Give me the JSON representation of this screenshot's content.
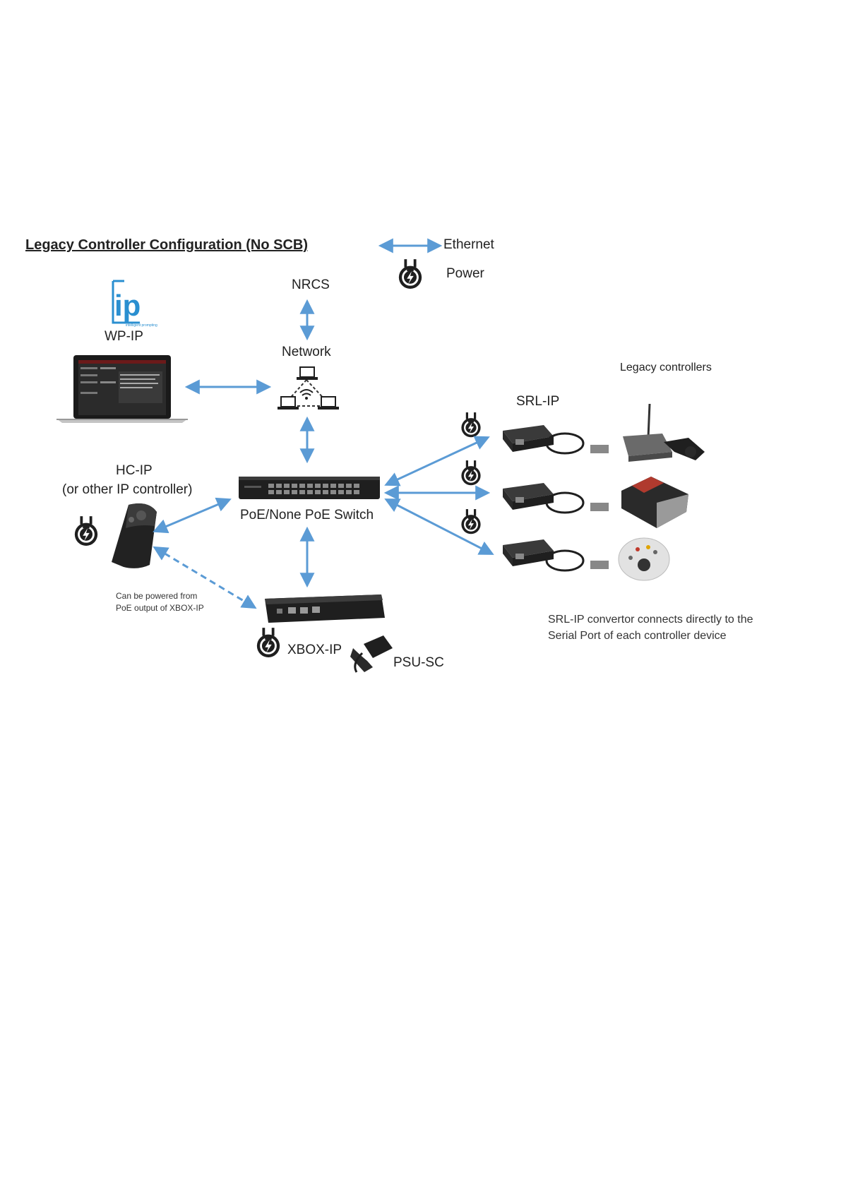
{
  "title": "Legacy Controller Configuration (No SCB)",
  "legend": {
    "ethernet": "Ethernet",
    "power": "Power"
  },
  "logo": {
    "text": "ip",
    "subtext": "intelligent prompting"
  },
  "nodes": {
    "wp_ip": "WP-IP",
    "nrcs": "NRCS",
    "network": "Network",
    "legacy_controllers": "Legacy controllers",
    "srl_ip": "SRL-IP",
    "hc_ip_line1": "HC-IP",
    "hc_ip_line2": "(or other IP controller)",
    "switch": "PoE/None PoE Switch",
    "xbox_ip": "XBOX-IP",
    "psu_sc": "PSU-SC"
  },
  "notes": {
    "poe_line1": "Can be powered from",
    "poe_line2": "PoE output of XBOX-IP",
    "srl_line1": "SRL-IP convertor connects directly to the",
    "srl_line2": "Serial Port of each controller device"
  },
  "colors": {
    "ethernet_arrow": "#5b9bd5",
    "device_dark": "#1f1f1f",
    "logo_blue": "#2a8fd0"
  }
}
